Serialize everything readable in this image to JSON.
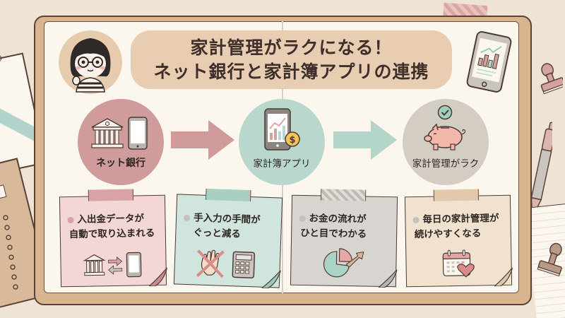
{
  "title": {
    "line1": "家計管理がラクになる！",
    "line2": "ネット銀行と家計簿アプリの連携"
  },
  "flow": [
    {
      "label": "ネット銀行",
      "icon": "bank-and-phone-icon",
      "color": "#cf9b9b"
    },
    {
      "label": "家計簿アプリ",
      "icon": "budget-app-phone-icon",
      "color": "#b9d7cc"
    },
    {
      "label": "家計管理がラク",
      "icon": "piggy-bank-icon",
      "color": "#d4cdc4"
    }
  ],
  "notes": [
    {
      "line1": "入出金データが",
      "line2": "自動で取り込まれる",
      "icon": "bank-sync-phone-icon",
      "color": "#f3d6d6"
    },
    {
      "line1": "手入力の手間が",
      "line2": "ぐっと減る",
      "icon": "no-hand-calculator-icon",
      "color": "#cfe5dd"
    },
    {
      "line1": "お金の流れが",
      "line2": "ひと目でわかる",
      "icon": "pie-chart-icon",
      "color": "#d8d5d1"
    },
    {
      "line1": "毎日の家計管理が",
      "line2": "続けやすくなる",
      "icon": "calendar-heart-icon",
      "color": "#f0e2cf"
    }
  ]
}
